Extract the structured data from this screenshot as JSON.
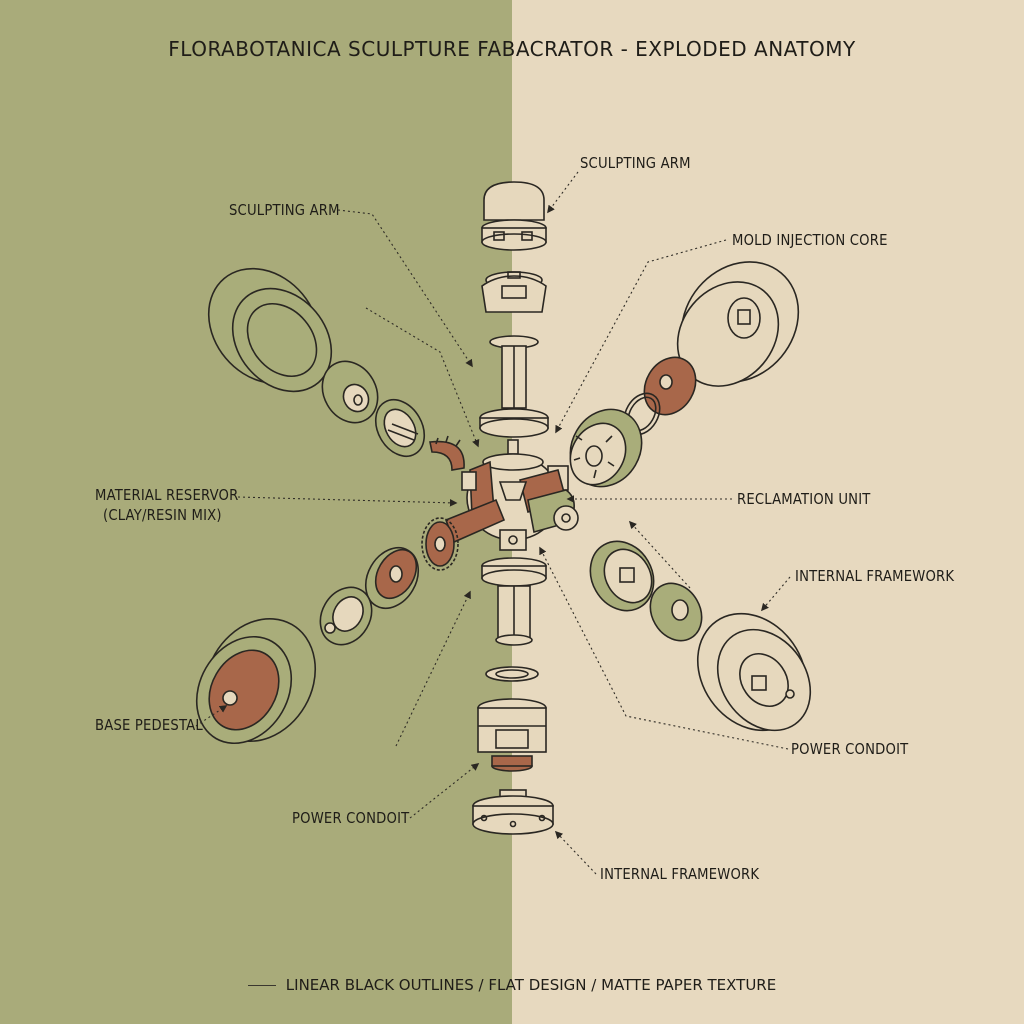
{
  "title": "FLORABOTANICA SCULPTURE FABACRATOR - EXPLODED ANATOMY",
  "colors": {
    "left_panel": "#a9ab7a",
    "right_panel": "#e7d9bf",
    "accent_red": "#a8674a",
    "accent_green": "#a9ad7a",
    "line": "#2a2722"
  },
  "labels": {
    "sculpting_arm_top": "SCULPTING ARM",
    "sculpting_arm_left": "SCULPTING ARM",
    "mold_injection_core": "MOLD INJECTION CORE",
    "material_reservoir_line1": "MATERIAL RESERVOR",
    "material_reservoir_line2": "(CLAY/RESIN MIX)",
    "reclamation_unit": "RECLAMATION UNIT",
    "internal_framework_right": "INTERNAL FRAMEWORK",
    "base_pedestal": "BASE PEDESTAL",
    "power_condoit_right": "POWER CONDOIT",
    "power_condoit_left": "POWER CONDOIT",
    "internal_framework_bottom": "INTERNAL FRAMEWORK"
  },
  "footer": "LINEAR BLACK OUTLINES / FLAT DESIGN / MATTE PAPER TEXTURE"
}
